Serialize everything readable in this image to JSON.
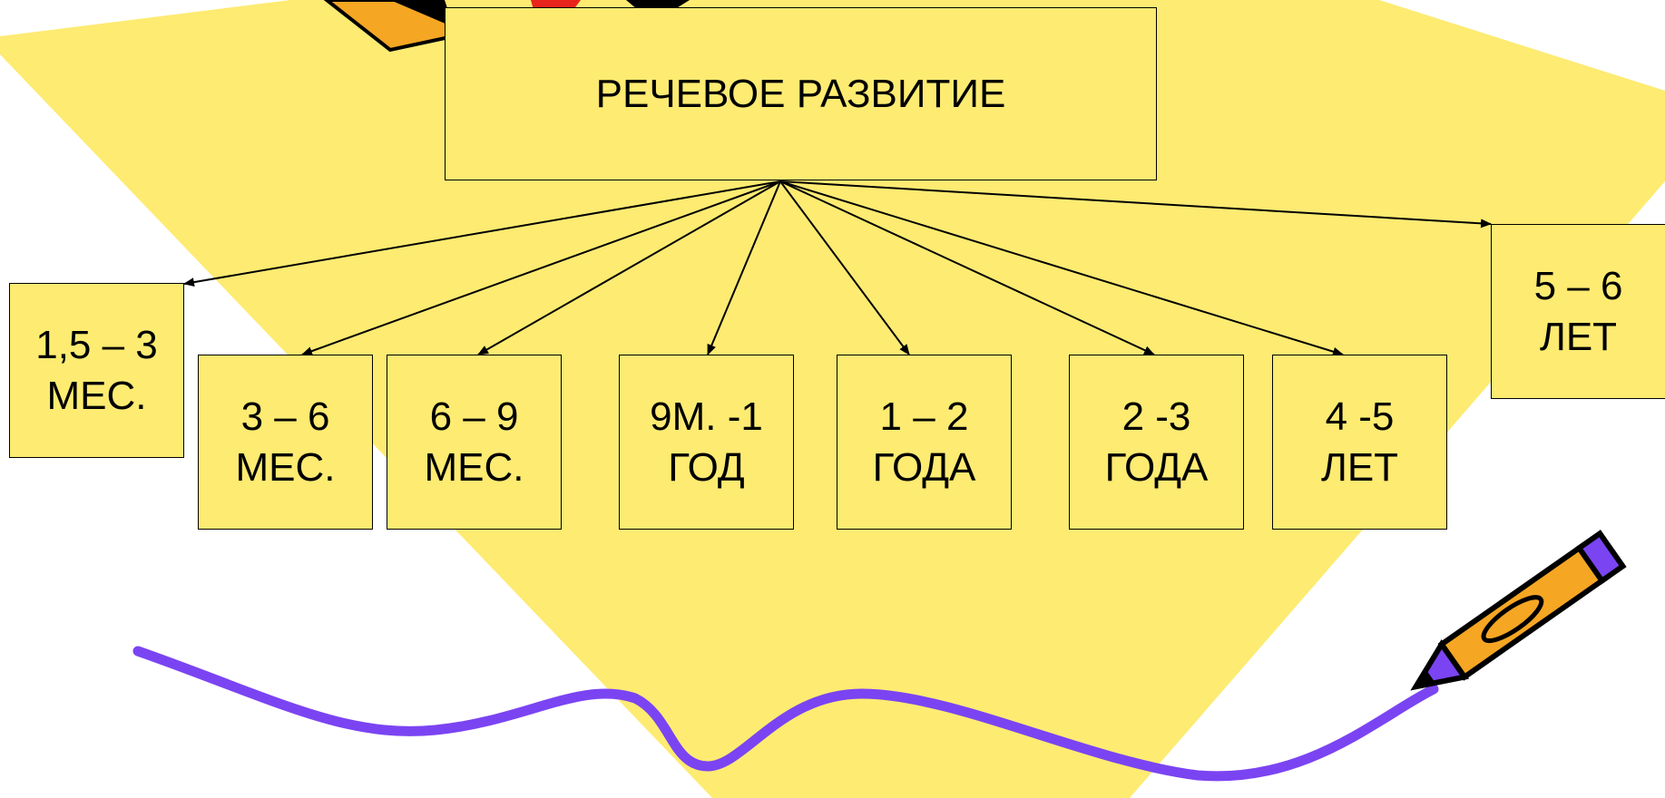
{
  "colors": {
    "box_fill": "#fdeb72",
    "background_shape": "#fdeb72",
    "connector": "#000000",
    "squiggle": "#7b44f2",
    "pencil_body": "#f5a623",
    "pencil_tip": "#7b44f2"
  },
  "root": {
    "label": "РЕЧЕВОЕ РАЗВИТИЕ"
  },
  "ages": [
    {
      "line1": "1,5 – 3",
      "line2": "МЕС."
    },
    {
      "line1": "3 – 6",
      "line2": "МЕС."
    },
    {
      "line1": "6 – 9",
      "line2": "МЕС."
    },
    {
      "line1": "9М. -1",
      "line2": "ГОД"
    },
    {
      "line1": "1 – 2",
      "line2": "ГОДА"
    },
    {
      "line1": "2 -3",
      "line2": "ГОДА"
    },
    {
      "line1": "4 -5",
      "line2": "ЛЕТ"
    },
    {
      "line1": "5 – 6",
      "line2": "ЛЕТ"
    }
  ],
  "icons": {
    "pencil": "pencil-icon",
    "squiggle": "squiggle-line-icon",
    "stripes": "decorative-stripes-icon"
  }
}
